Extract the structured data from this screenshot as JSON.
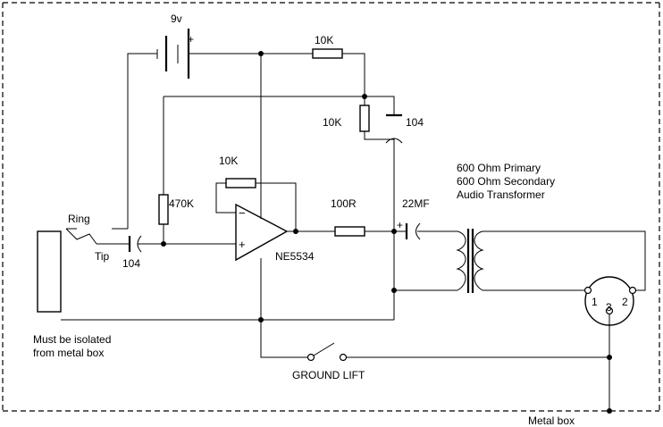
{
  "labels": {
    "battery": "9v",
    "battery_plus": "+",
    "r_top": "10K",
    "r_divider": "10K",
    "cap_bypass": "104",
    "r_feedback": "10K",
    "r_bias": "470K",
    "r_out": "100R",
    "cap_out": "22MF",
    "cap_out_plus": "+",
    "cap_in": "104",
    "opamp": "NE5534",
    "opamp_minus": "−",
    "opamp_plus": "+",
    "ring": "Ring",
    "tip": "Tip",
    "transformer_line1": "600 Ohm Primary",
    "transformer_line2": "600 Ohm Secondary",
    "transformer_line3": "Audio Transformer",
    "xlr_pin1": "1",
    "xlr_pin2": "2",
    "xlr_pin3": "3",
    "ground_lift": "GROUND LIFT",
    "isolated_line1": "Must be isolated",
    "isolated_line2": "from metal box",
    "metal_box": "Metal box"
  }
}
